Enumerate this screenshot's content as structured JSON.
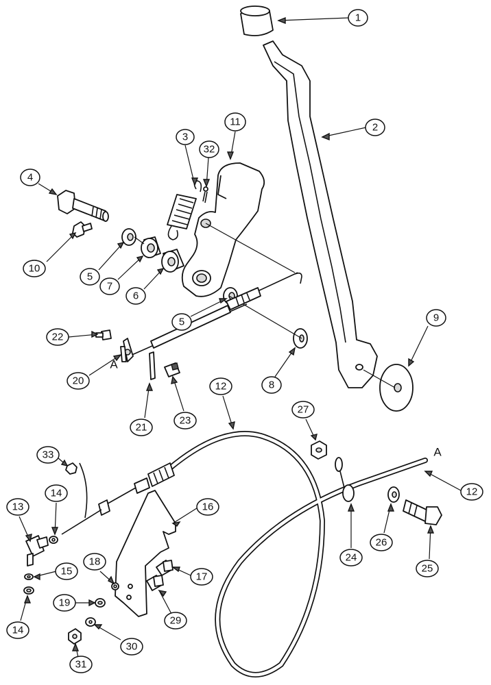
{
  "callouts": [
    {
      "id": "c1",
      "label": "1"
    },
    {
      "id": "c2",
      "label": "2"
    },
    {
      "id": "c3",
      "label": "3"
    },
    {
      "id": "c32",
      "label": "32"
    },
    {
      "id": "c11",
      "label": "11"
    },
    {
      "id": "c4",
      "label": "4"
    },
    {
      "id": "c10",
      "label": "10"
    },
    {
      "id": "c5a",
      "label": "5"
    },
    {
      "id": "c7",
      "label": "7"
    },
    {
      "id": "c6",
      "label": "6"
    },
    {
      "id": "c5b",
      "label": "5"
    },
    {
      "id": "c9",
      "label": "9"
    },
    {
      "id": "c22",
      "label": "22"
    },
    {
      "id": "c20",
      "label": "20"
    },
    {
      "id": "c8",
      "label": "8"
    },
    {
      "id": "c12a",
      "label": "12"
    },
    {
      "id": "c21",
      "label": "21"
    },
    {
      "id": "c23",
      "label": "23"
    },
    {
      "id": "c27",
      "label": "27"
    },
    {
      "id": "c33",
      "label": "33"
    },
    {
      "id": "c12b",
      "label": "12"
    },
    {
      "id": "c13",
      "label": "13"
    },
    {
      "id": "c14a",
      "label": "14"
    },
    {
      "id": "c16",
      "label": "16"
    },
    {
      "id": "c15",
      "label": "15"
    },
    {
      "id": "c18",
      "label": "18"
    },
    {
      "id": "c17",
      "label": "17"
    },
    {
      "id": "c24",
      "label": "24"
    },
    {
      "id": "c26",
      "label": "26"
    },
    {
      "id": "c25",
      "label": "25"
    },
    {
      "id": "c19",
      "label": "19"
    },
    {
      "id": "c14b",
      "label": "14"
    },
    {
      "id": "c29",
      "label": "29"
    },
    {
      "id": "c30",
      "label": "30"
    },
    {
      "id": "c31",
      "label": "31"
    }
  ],
  "reference_marks": {
    "upper": "A",
    "lower": "A"
  }
}
